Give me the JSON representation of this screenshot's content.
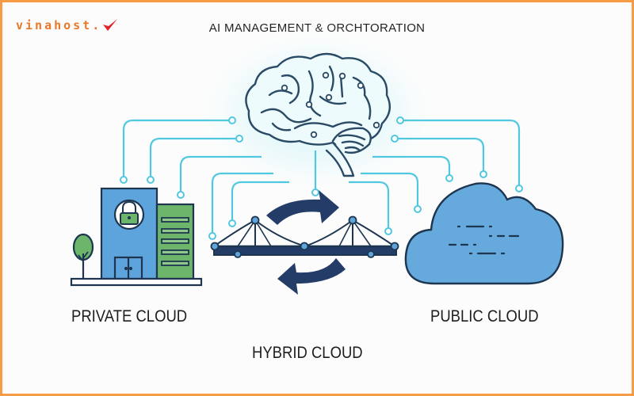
{
  "logo": {
    "text": "vinahost.",
    "mark": "checkmark-icon",
    "color": "#e7782a"
  },
  "title": "AI MANAGEMENT & ORCHTORATION",
  "labels": {
    "private": "PRIVATE CLOUD",
    "public": "PUBLIC CLOUD",
    "hybrid": "HYBRID CLOUD"
  },
  "colors": {
    "border": "#f79c45",
    "circuit": "#4fc8e0",
    "outline": "#1e3550",
    "building_blue": "#5ea4dc",
    "building_green": "#6db56a",
    "cloud": "#65a9dd",
    "arrow": "#243d68"
  },
  "icons": {
    "brain": "brain-icon",
    "building": "private-building-icon",
    "lock": "lock-icon",
    "tree": "tree-icon",
    "bridge": "bridge-icon",
    "cloud": "public-cloud-icon",
    "arrow_right": "arrow-right-icon",
    "arrow_left": "arrow-left-icon"
  }
}
